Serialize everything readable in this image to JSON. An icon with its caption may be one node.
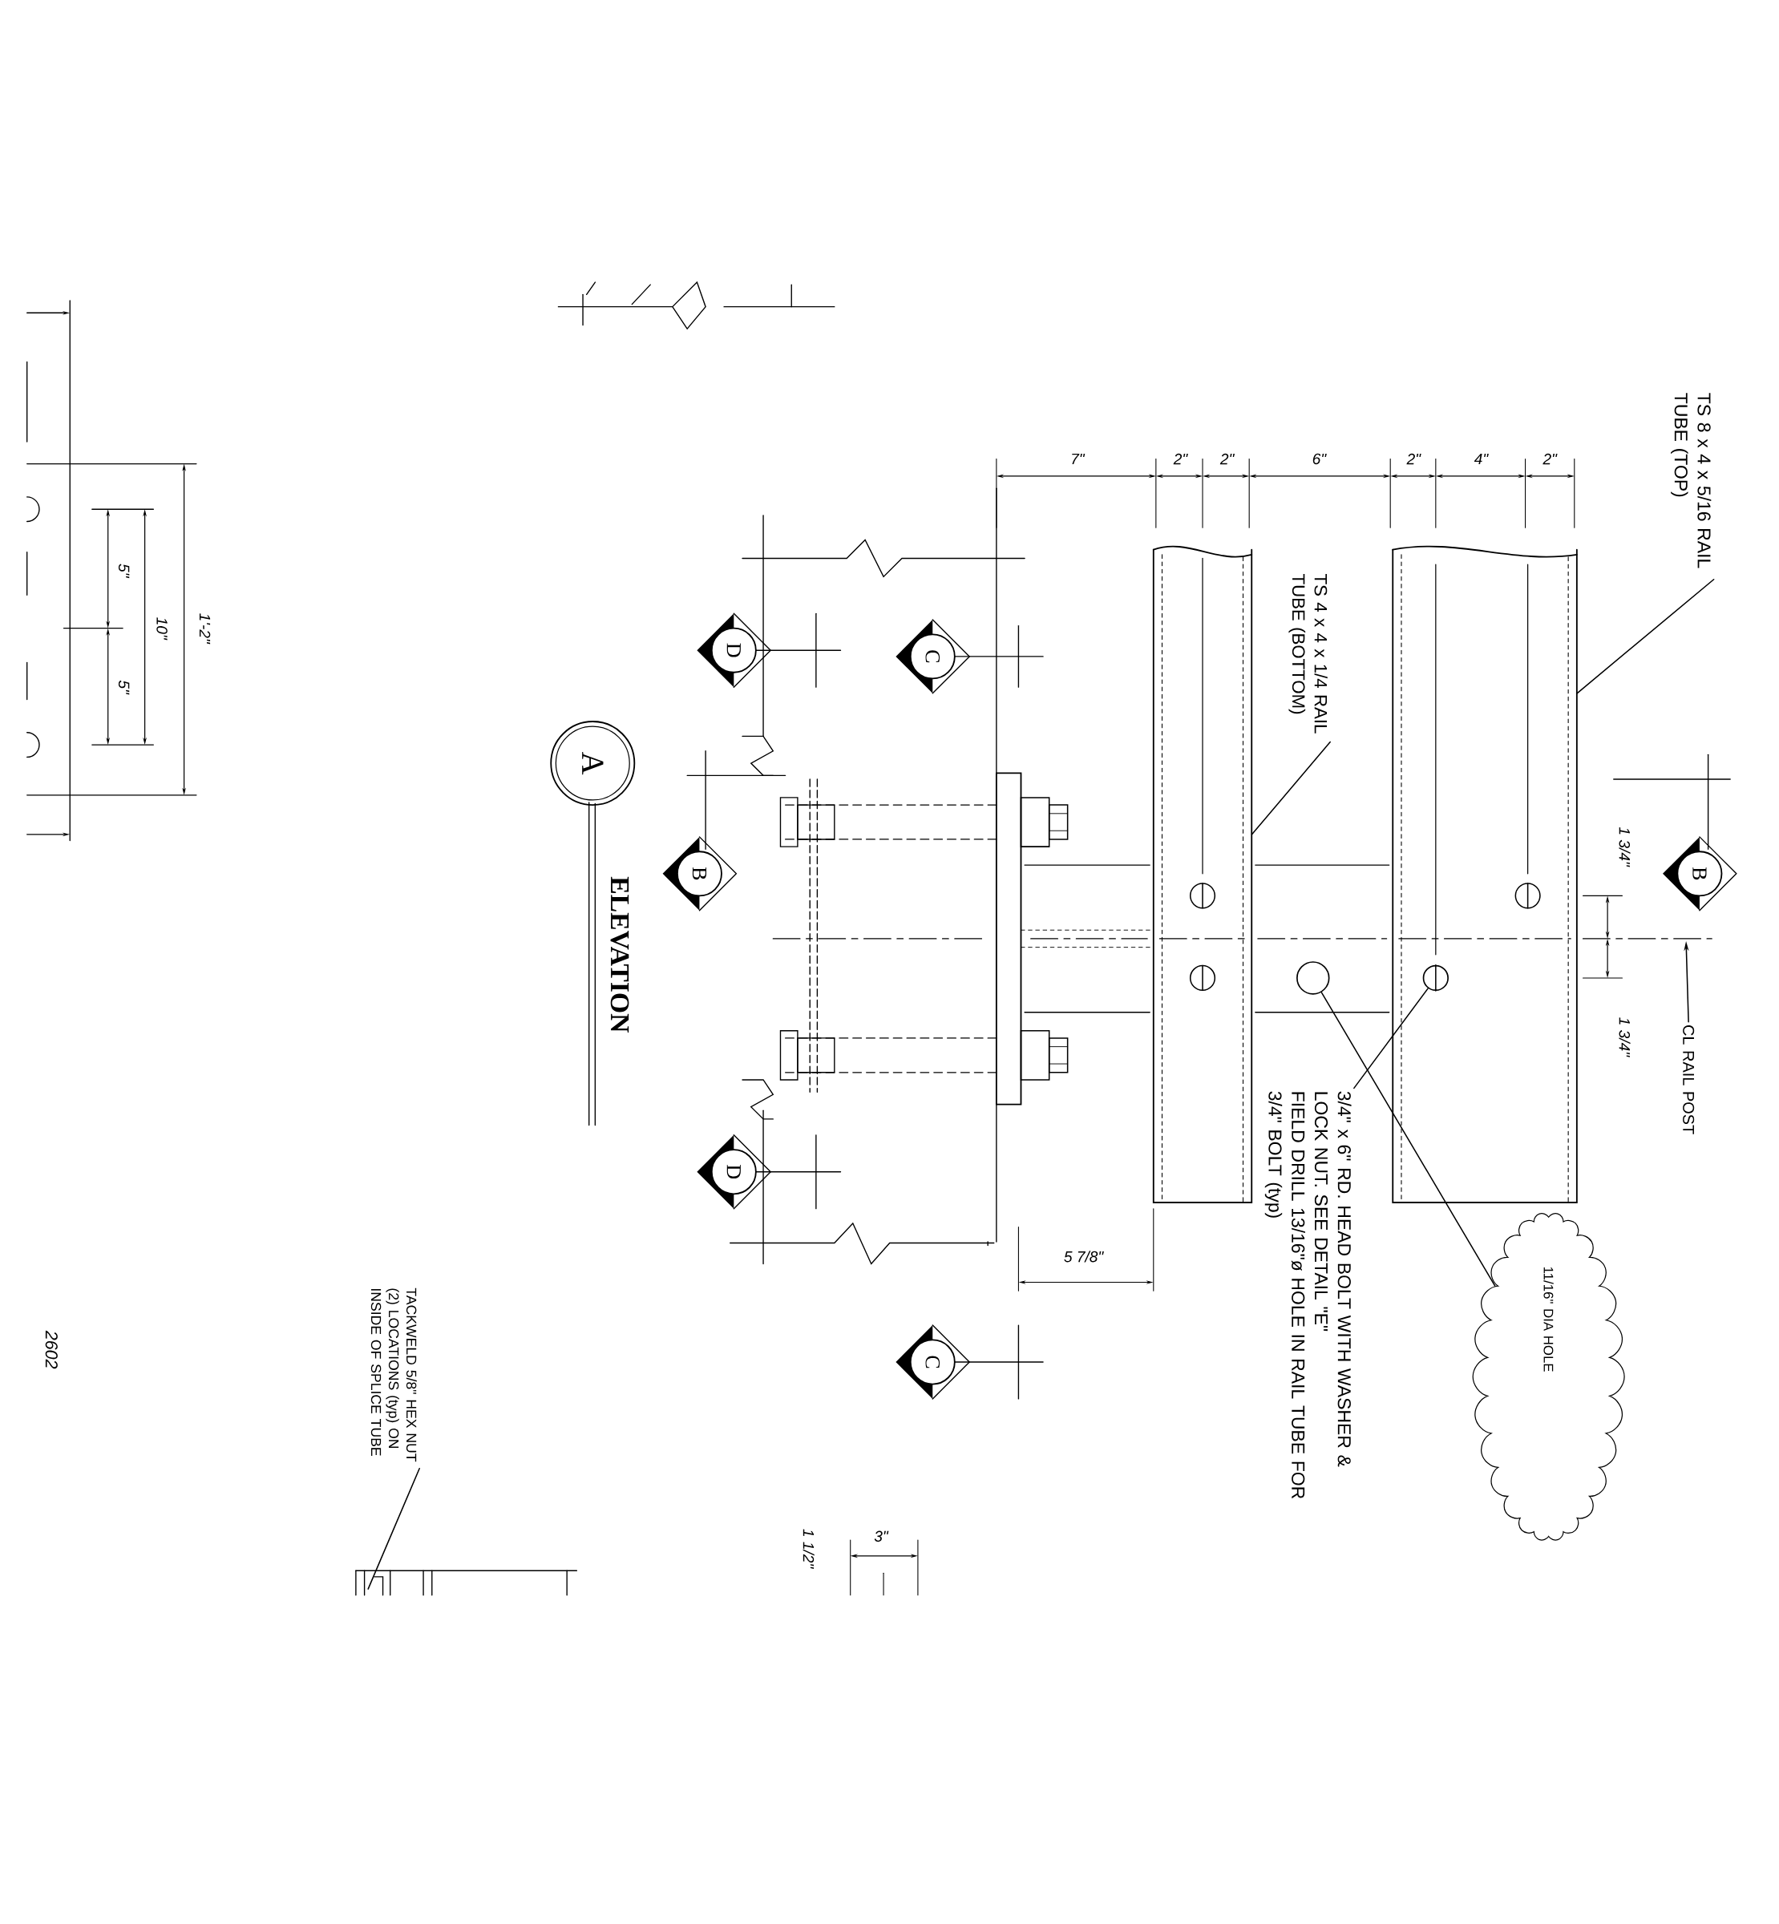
{
  "diagram": {
    "title": "ELEVATION",
    "nodes": [
      {
        "text": [
          "TS 8 x 4 x 5/16 RAIL TUBE (TOP)"
        ]
      },
      {
        "text": [
          "TS 4 x 4 x 1/4 RAIL TUBE (BOTTOM)"
        ]
      },
      {
        "text": [],
        "shape": "box"
      },
      {
        "text": [],
        "shape": "box"
      },
      {
        "text": [
          "3/4\" x 6\" RD. HEAD BOLT WITH WASHER & LOCK NUT. SEE DETAIL \"E\"",
          "FIELD DRILL 13/16\"ø HOLE IN RAIL TUBE FOR 3/4\" BOLT (typ)"
        ]
      },
      {
        "text": [],
        "shape": "circle"
      },
      {
        "text": [],
        "shape": "circle",
        "in": 3
      },
      {
        "text": [
          "11/16\" DIA HOLE"
        ]
      },
      {
        "text": [
          "TACKWELD 5/8\" HEX NUT (2) LOCATIONS (typ) ON INSIDE OF SPLICE TUBE"
        ]
      },
      {
        "text": [
          "CL RAIL POST"
        ]
      }
    ],
    "edges": [
      {
        "from": 0,
        "to": 3,
        "arrow": "none"
      },
      {
        "from": 1,
        "to": 2,
        "arrow": "none"
      },
      {
        "from": 4,
        "to": 6,
        "arrow": "none"
      },
      {
        "from": 5,
        "to": 7,
        "arrow": "none"
      },
      {
        "from": 8,
        "to": null,
        "arrow": "none"
      },
      {
        "from": 9,
        "to": null,
        "arrow": "to"
      }
    ],
    "labels": [
      "7\"",
      "2\"",
      "2\"",
      "6\"",
      "2\"",
      "4\"",
      "2\"",
      "5\"",
      "10\"",
      "1'-2\"",
      "D",
      "C",
      "5\"",
      "A",
      "1 3/4\"",
      "B",
      "B",
      "1 3/4\"",
      "D",
      "5 7/8\"",
      "2602",
      "C",
      "3\"",
      "1 1/2\""
    ]
  }
}
